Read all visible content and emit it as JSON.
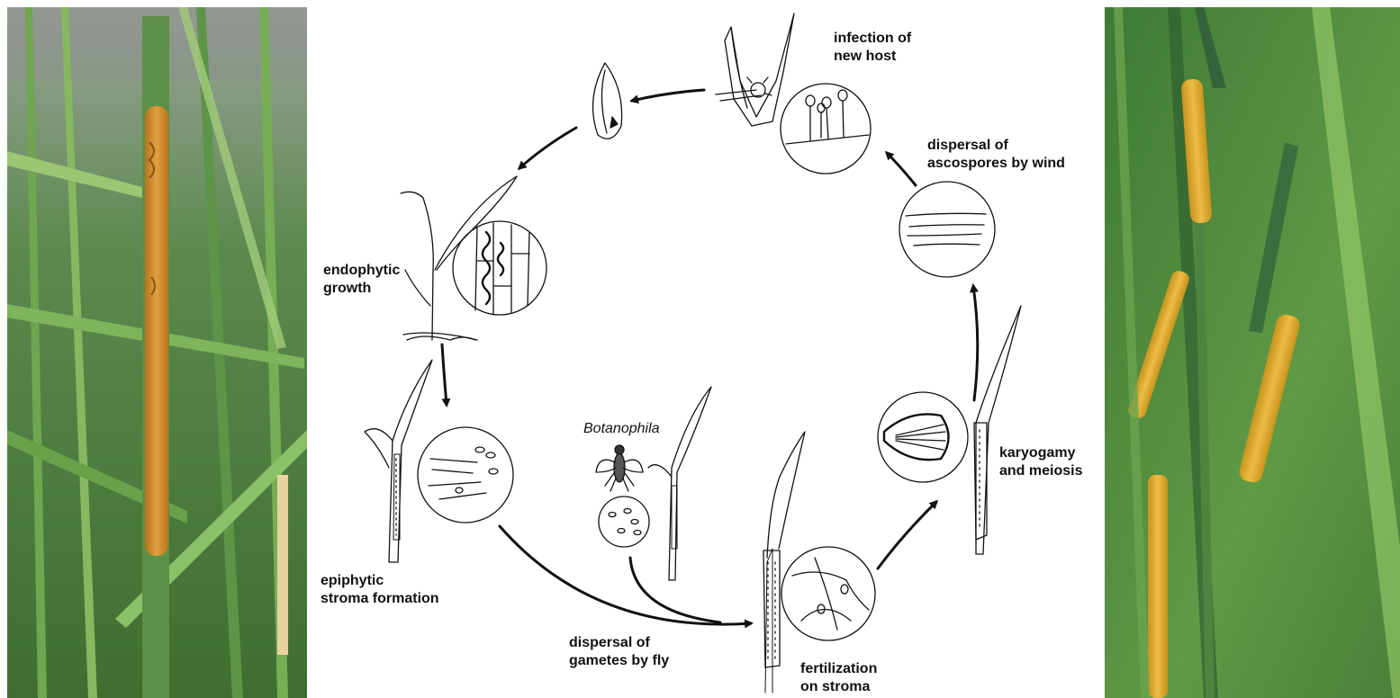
{
  "photos": {
    "left": "grass stem with orange stroma",
    "right": "grass stems with yellow stromata"
  },
  "colors": {
    "stroma_orange": "#d9932a",
    "stroma_yellow": "#e3b43c",
    "grass_green": "#4f8a3a",
    "ink": "#111111"
  },
  "stages": [
    {
      "id": "infection",
      "label": "infection of\nnew host"
    },
    {
      "id": "ascospore-dispersal",
      "label": "dispersal of\nascospores by wind"
    },
    {
      "id": "endophytic",
      "label": "endophytic\ngrowth"
    },
    {
      "id": "karyogamy",
      "label": "karyogamy\nand meiosis"
    },
    {
      "id": "epiphytic",
      "label": "epiphytic\nstroma formation"
    },
    {
      "id": "gamete-dispersal",
      "label": "dispersal of\ngametes by fly"
    },
    {
      "id": "fertilization",
      "label": "fertilization\non stroma"
    }
  ],
  "fly_label": "Botanophila"
}
